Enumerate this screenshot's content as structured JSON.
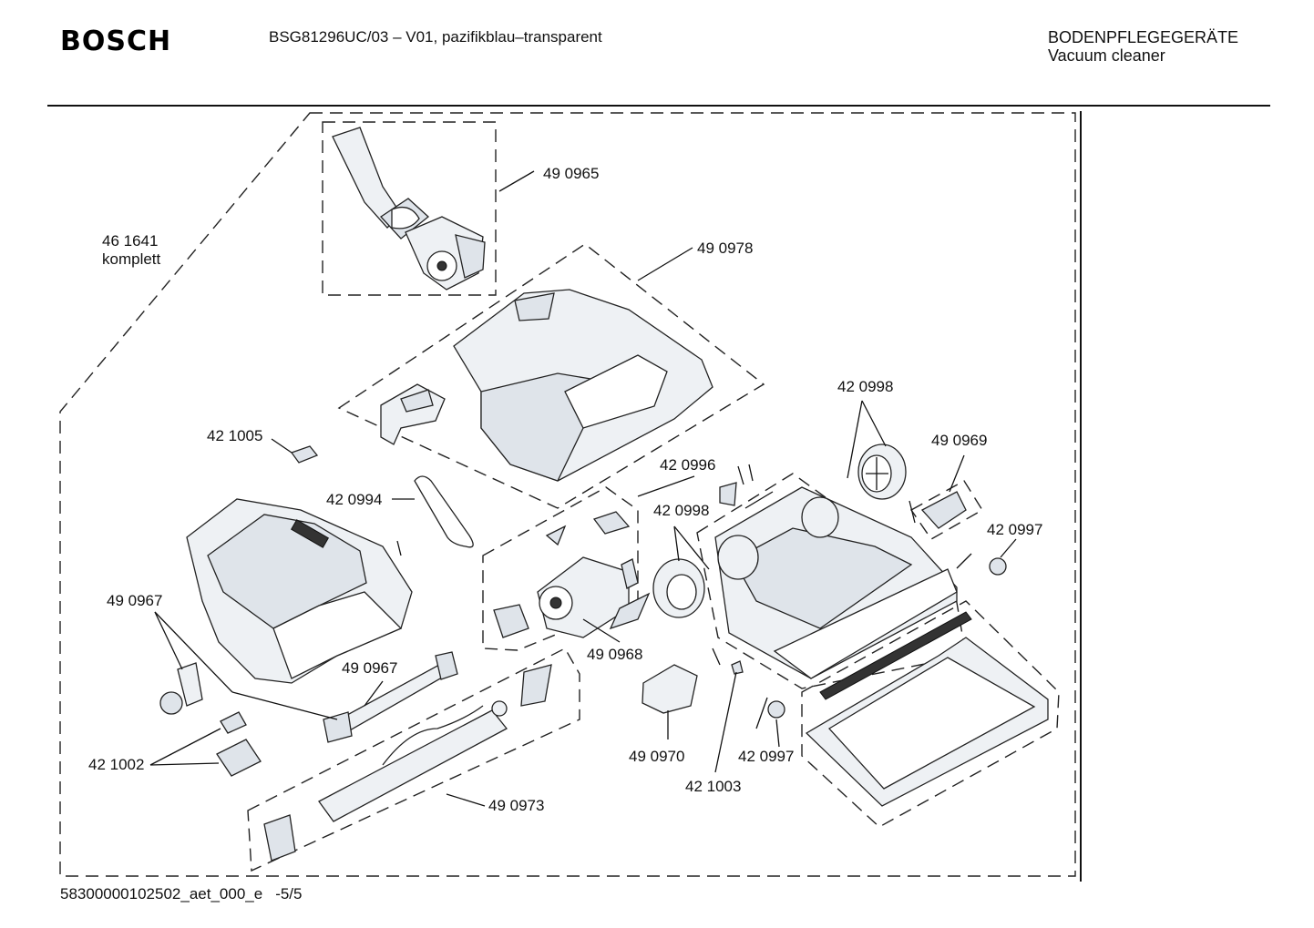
{
  "header": {
    "brand": "BOSCH",
    "model": "BSG81296UC/03 – V01, pazifikblau–transparent",
    "category_de": "BODENPFLEGEGERÄTE",
    "category_en": "Vacuum cleaner"
  },
  "footer": {
    "doc_id": "58300000102502_aet_000_e",
    "page": "-5/5"
  },
  "labels": {
    "l461641": "46 1641",
    "l461641_sub": "komplett",
    "l490965": "49 0965",
    "l490978": "49 0978",
    "l421005": "42 1005",
    "l420994": "42 0994",
    "l490967a": "49 0967",
    "l490967b": "49 0967",
    "l421002": "42 1002",
    "l420996": "42 0996",
    "l420998a": "42 0998",
    "l420998b": "42 0998",
    "l490969": "49 0969",
    "l420997a": "42 0997",
    "l420997b": "42 0997",
    "l490968": "49 0968",
    "l490970": "49 0970",
    "l421003": "42 1003",
    "l490973": "49 0973"
  }
}
